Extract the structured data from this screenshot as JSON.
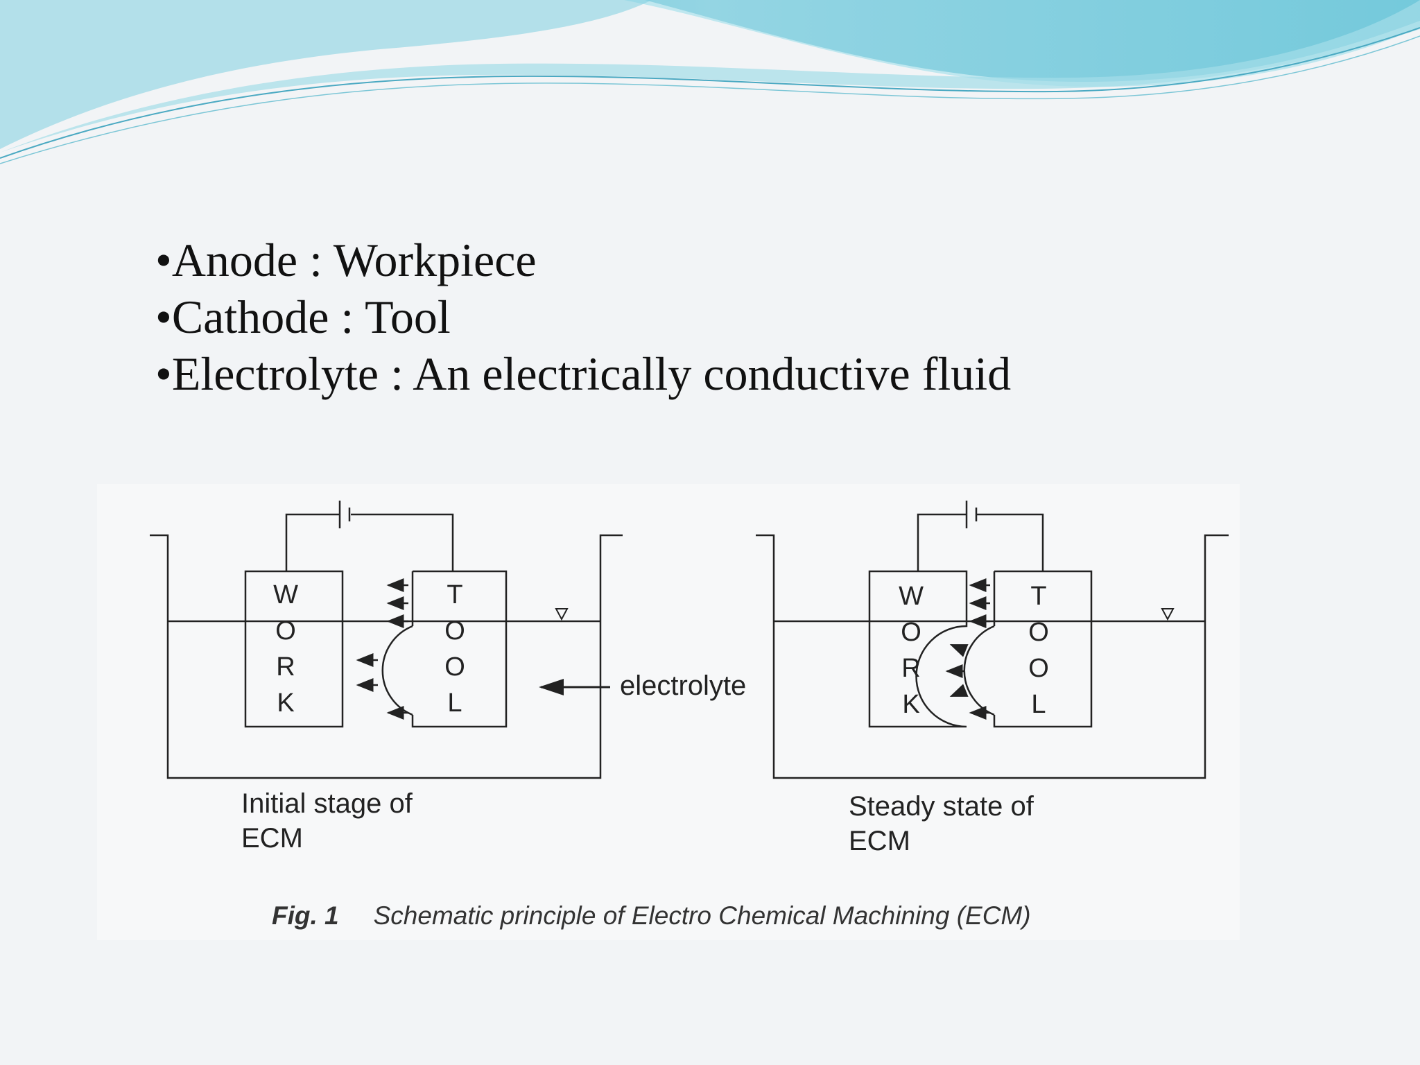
{
  "bullets": [
    "Anode : Workpiece",
    "Cathode : Tool",
    "Electrolyte : An electrically conductive fluid"
  ],
  "diagram": {
    "work_letters": [
      "W",
      "O",
      "R",
      "K"
    ],
    "tool_letters": [
      "T",
      "O",
      "O",
      "L"
    ],
    "electrolyte_label": "electrolyte",
    "left_caption": [
      "Initial stage of",
      "ECM"
    ],
    "right_caption": [
      "Steady state of",
      "ECM"
    ],
    "figure_number": "Fig. 1",
    "figure_title": "Schematic principle of Electro Chemical Machining (ECM)"
  },
  "colors": {
    "wave_dark": "#62c4d8",
    "wave_light": "#a9e0ea",
    "line": "#222222"
  }
}
